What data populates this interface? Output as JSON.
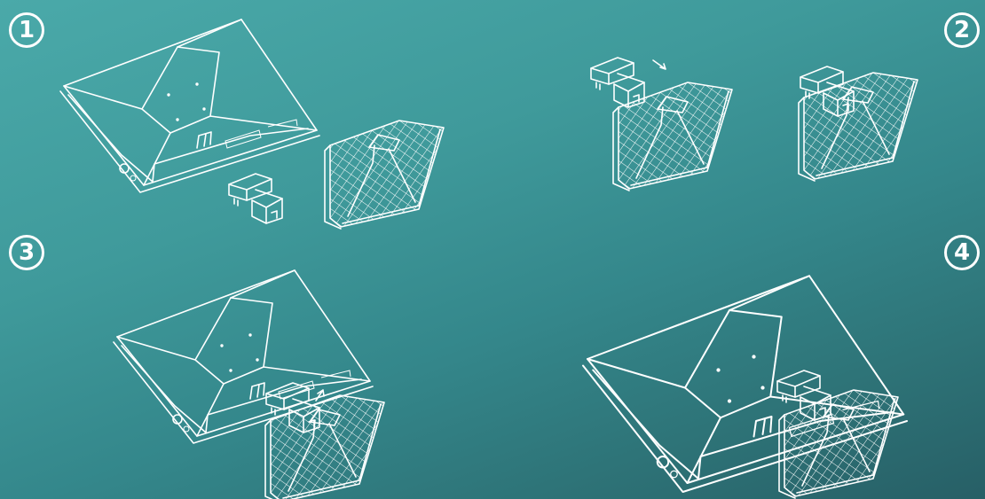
{
  "steps": [
    {
      "label": "1"
    },
    {
      "label": "2"
    },
    {
      "label": "3"
    },
    {
      "label": "4"
    }
  ],
  "colors": {
    "background_top": "#4aa9a9",
    "background_bottom": "#275f66",
    "line": "#ffffff"
  }
}
